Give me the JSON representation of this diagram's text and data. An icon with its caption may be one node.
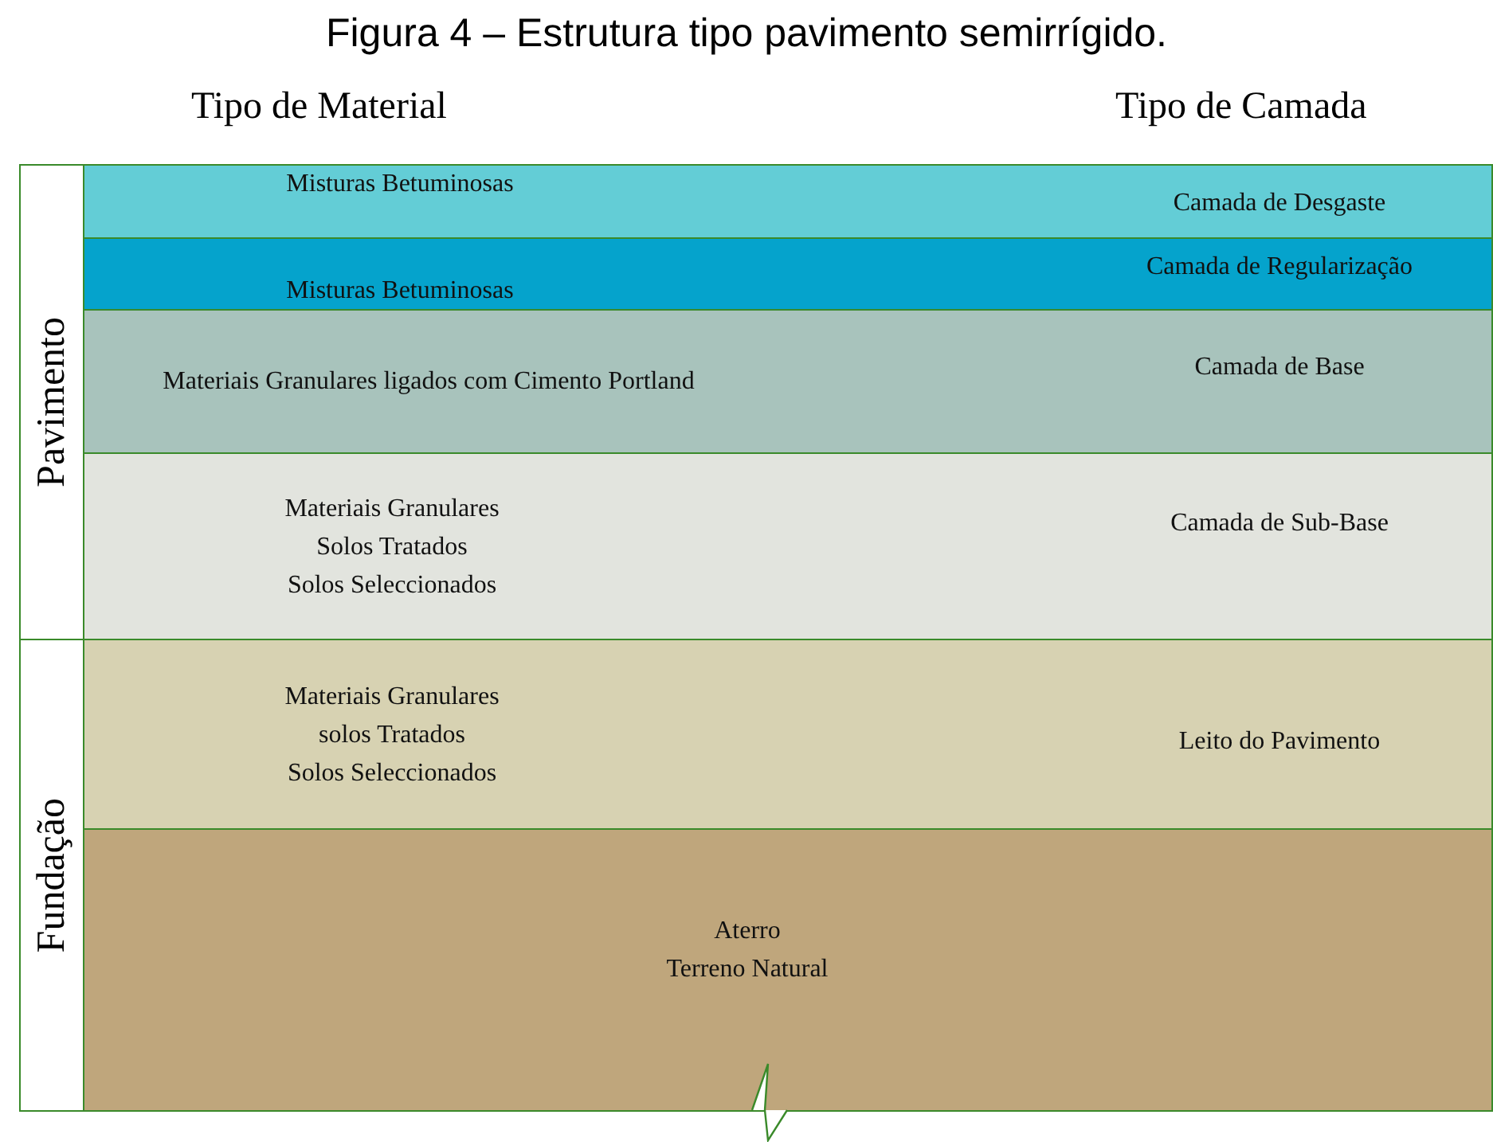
{
  "diagram": {
    "title": "Figura 4 – Estrutura tipo pavimento semirrígido.",
    "nodes": [
      {
        "text": [
          "Pavimento"
        ]
      },
      {
        "text": [
          "Misturas Betuminosas",
          "Camada de Desgaste"
        ]
      },
      {
        "text": [
          "Misturas Betuminosas",
          "Camada de Regularização"
        ]
      },
      {
        "text": [
          "Materiais Granulares ligados com Cimento Portland",
          "Camada de Base"
        ]
      },
      {
        "text": [
          "Materiais Granulares",
          "Solos Tratados",
          "Solos Seleccionados",
          "Camada de Sub-Base"
        ]
      },
      {
        "text": [
          "Fundação"
        ]
      },
      {
        "text": [
          "Materiais Granulares",
          "solos Tratados",
          "Solos Seleccionados",
          "Leito do Pavimento"
        ]
      },
      {
        "text": [
          "Aterro",
          "Terreno Natural"
        ]
      }
    ],
    "edges": [],
    "labels": [
      "Tipo de Material",
      "Tipo de Camada"
    ]
  }
}
